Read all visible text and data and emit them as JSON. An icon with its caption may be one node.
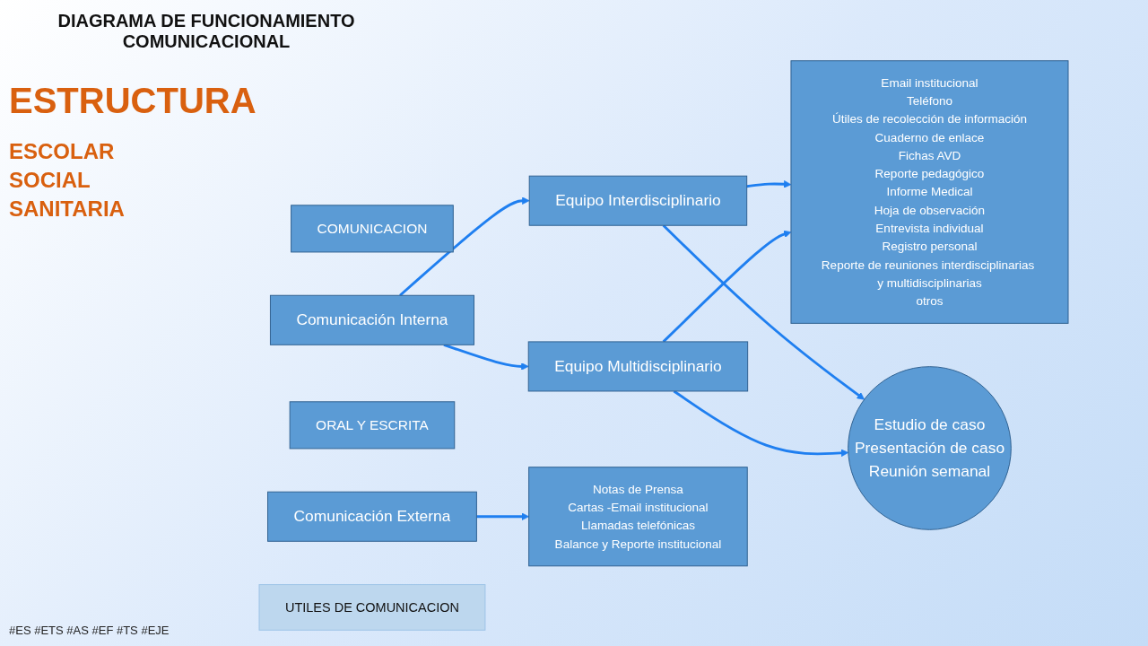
{
  "diagram": {
    "title": "DIAGRAMA DE FUNCIONAMIENTO COMUNICACIONAL",
    "nodes": [
      {
        "text": [
          "COMUNICACION"
        ]
      },
      {
        "text": [
          "Comunicación Interna"
        ]
      },
      {
        "text": [
          "ORAL Y ESCRITA"
        ]
      },
      {
        "text": [
          "Comunicación Externa"
        ]
      },
      {
        "text": [
          "Equipo Interdisciplinario"
        ]
      },
      {
        "text": [
          "Equipo Multidisciplinario"
        ]
      },
      {
        "text": [
          "Estudio de caso",
          "Presentación de caso",
          "Reunión semanal"
        ]
      },
      {
        "text": [
          "Email institucional",
          "Teléfono",
          "Útiles de recolección de información",
          "Cuaderno de enlace",
          "Fichas AVD",
          "Reporte pedagógico",
          "Informe Medical",
          "Hoja de observación",
          "Entrevista individual",
          "Registro personal",
          "Reporte de reuniones interdisciplinarias y multidisciplinarias",
          "otros"
        ]
      },
      {
        "text": [
          "UTILES DE COMUNICACION"
        ]
      },
      {
        "text": [
          "Notas de Prensa",
          "Cartas -Email institucional",
          "Llamadas telefónicas",
          "Balance y Reporte institucional"
        ]
      }
    ],
    "edges": [
      {
        "from": 1,
        "to": 4,
        "arrow": "to"
      },
      {
        "from": 1,
        "to": 5,
        "arrow": "to"
      },
      {
        "from": 4,
        "to": 7,
        "arrow": "to"
      },
      {
        "from": 4,
        "to": 6,
        "arrow": "to"
      },
      {
        "from": 5,
        "to": 6,
        "arrow": "to"
      },
      {
        "from": 5,
        "to": 7,
        "arrow": "to"
      },
      {
        "from": 3,
        "to": 9,
        "arrow": "to"
      }
    ],
    "labels": [
      "ESTRUCTURA",
      "ESCOLAR",
      "SOCIAL",
      "SANITARIA",
      "#ES #ETS #AS #EF #TS #EJE"
    ]
  }
}
